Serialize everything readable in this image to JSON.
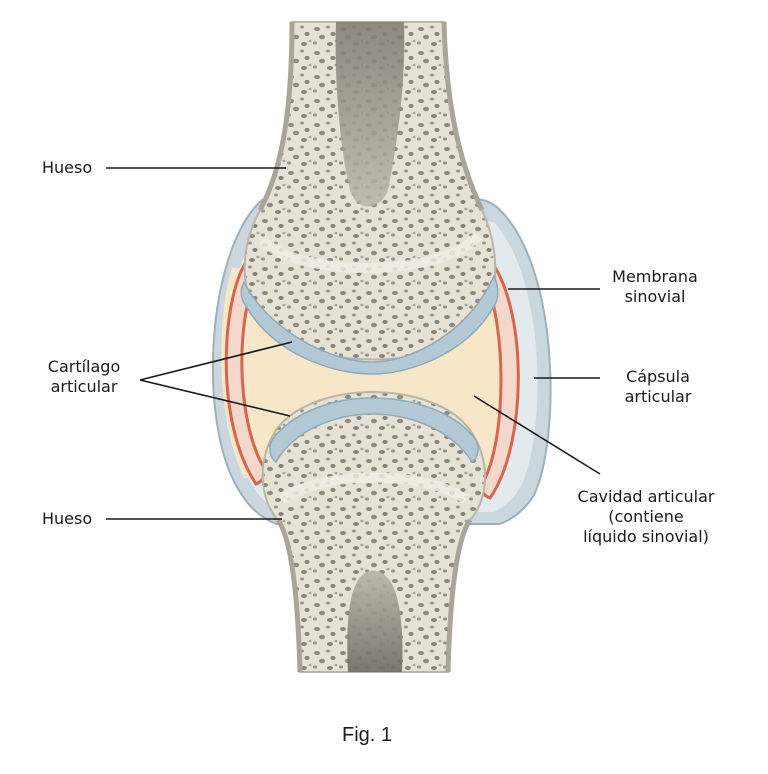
{
  "labels": {
    "bone_top": "Hueso",
    "bone_bottom": "Hueso",
    "cartilage_line1": "Cartílago",
    "cartilage_line2": "articular",
    "synovial_membrane_line1": "Membrana",
    "synovial_membrane_line2": "sinovial",
    "capsule_line1": "Cápsula",
    "capsule_line2": "articular",
    "cavity_line1": "Cavidad articular",
    "cavity_line2": "(contiene",
    "cavity_line3": "líquido sinovial)"
  },
  "caption": "Fig. 1",
  "colors": {
    "bone": "#e4e1d4",
    "bone_marrow": "#8d8a80",
    "cartilage": "#b7cdd8",
    "synovial_fluid": "#f6e4c6",
    "synovial_membrane": "#e27a62",
    "capsule": "#c9d5dc"
  }
}
